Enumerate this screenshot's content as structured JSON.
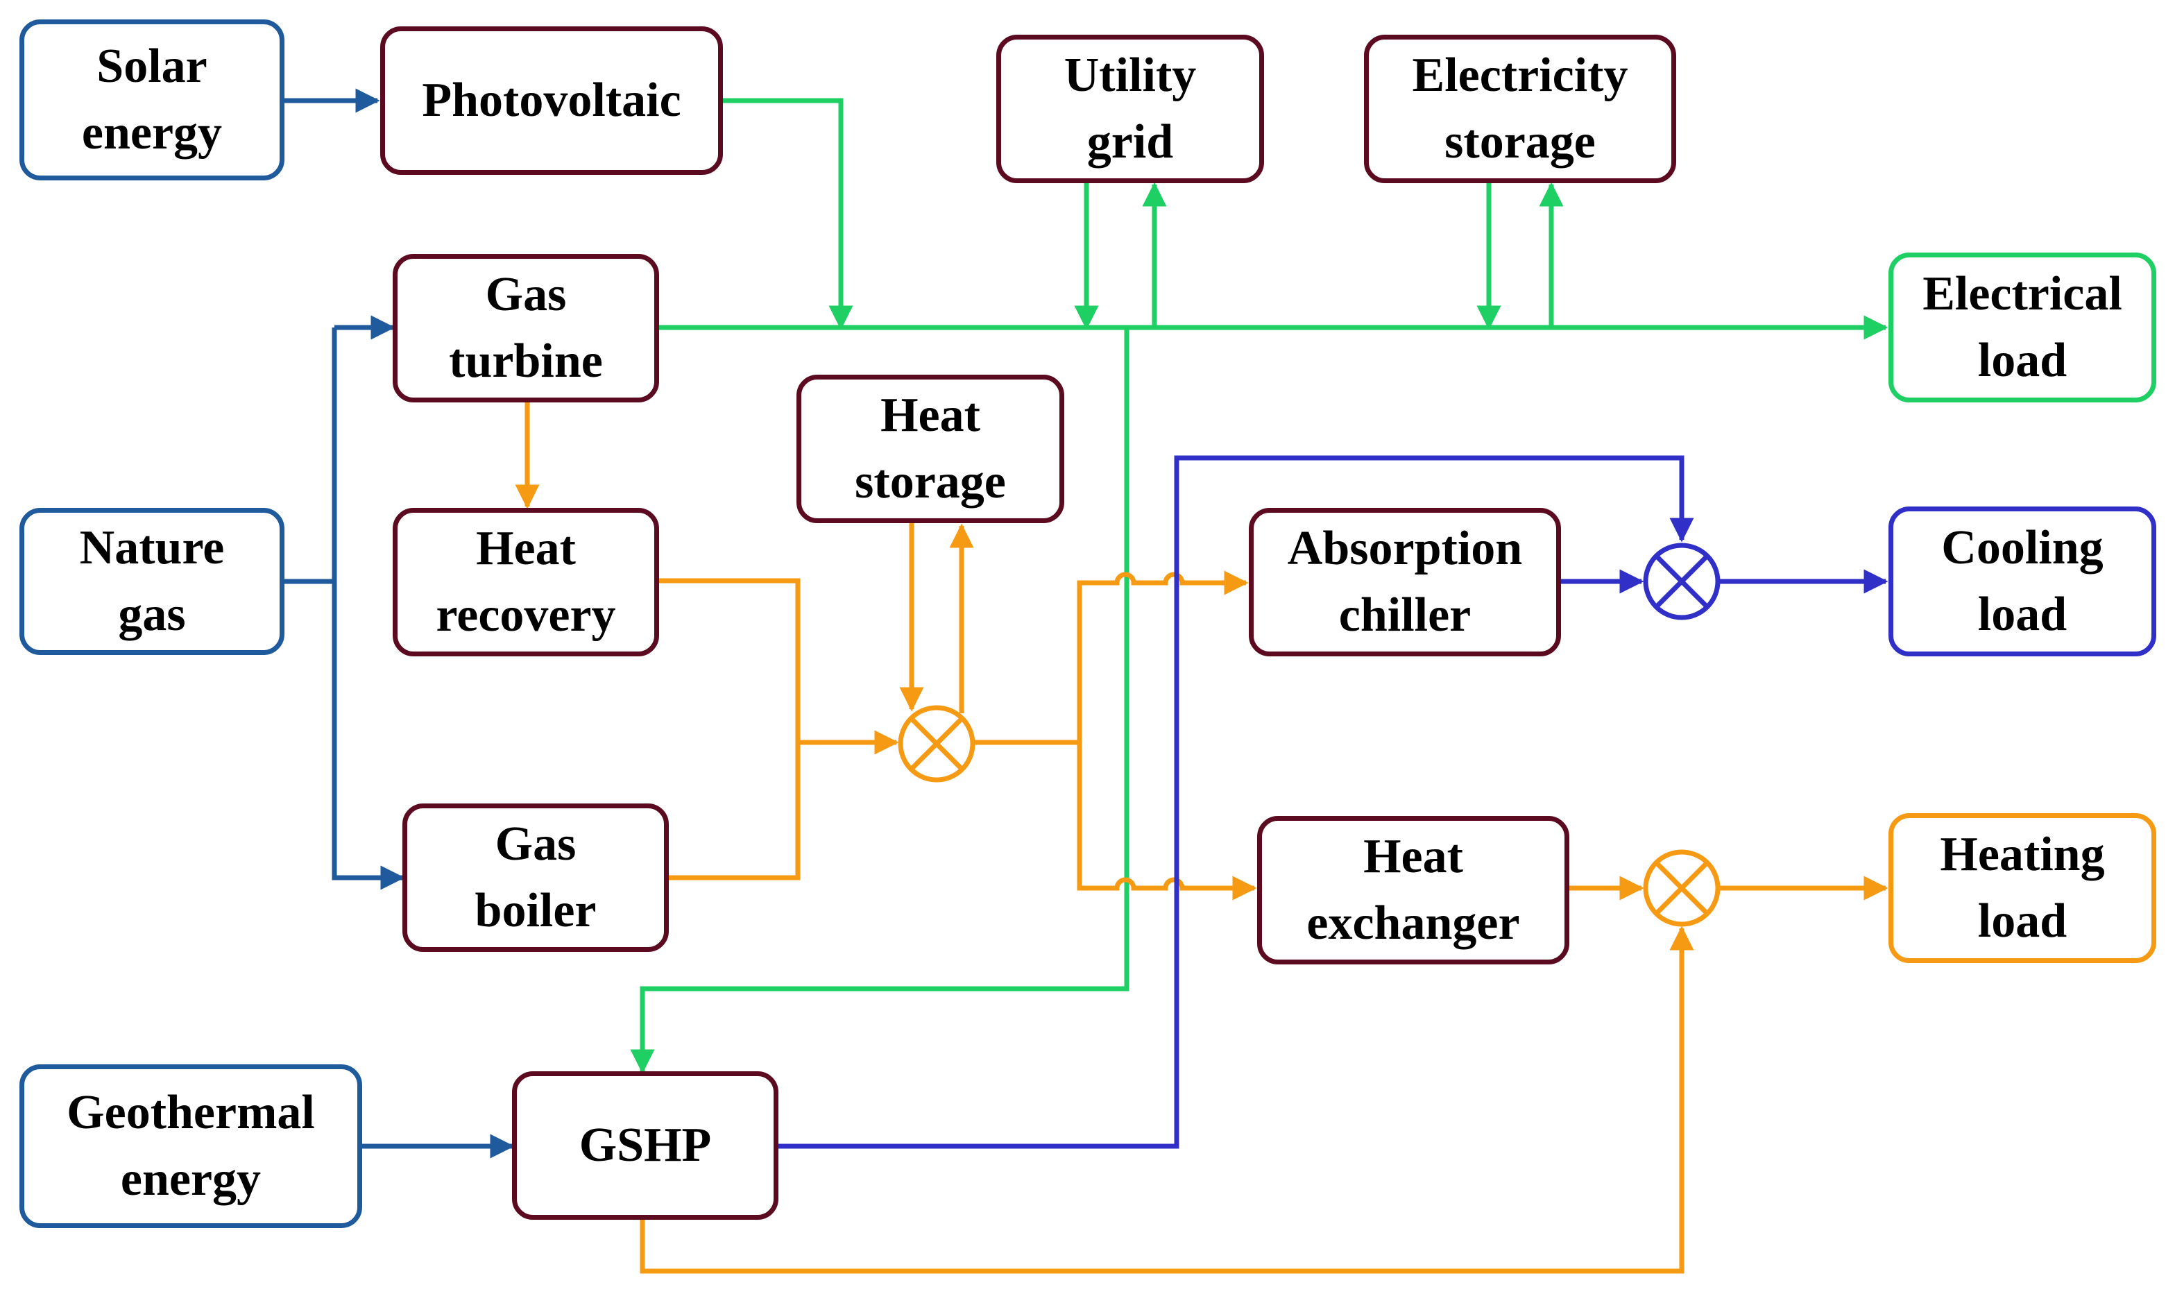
{
  "colors": {
    "source_blue": "#1f5a9c",
    "component": "#5b0a20",
    "electric": "#1ecf63",
    "heat": "#f59a12",
    "cooling": "#3030c8",
    "electrical_load_border": "#1ecf63",
    "cooling_load_border": "#3030c8",
    "heating_load_border": "#f59a12"
  },
  "sources": {
    "solar": [
      "Solar",
      "energy"
    ],
    "gas": [
      "Nature",
      "gas"
    ],
    "geothermal": [
      "Geothermal",
      "energy"
    ]
  },
  "components": {
    "photovoltaic": [
      "Photovoltaic"
    ],
    "utility_grid": [
      "Utility",
      "grid"
    ],
    "electricity_storage": [
      "Electricity",
      "storage"
    ],
    "gas_turbine": [
      "Gas",
      "turbine"
    ],
    "heat_storage": [
      "Heat",
      "storage"
    ],
    "heat_recovery": [
      "Heat",
      "recovery"
    ],
    "absorption_chiller": [
      "Absorption",
      "chiller"
    ],
    "gas_boiler": [
      "Gas",
      "boiler"
    ],
    "heat_exchanger": [
      "Heat",
      "exchanger"
    ],
    "gshp": [
      "GSHP"
    ]
  },
  "loads": {
    "electrical": [
      "Electrical",
      "load"
    ],
    "cooling": [
      "Cooling",
      "load"
    ],
    "heating": [
      "Heating",
      "load"
    ]
  },
  "junction_icon": "circled-times"
}
